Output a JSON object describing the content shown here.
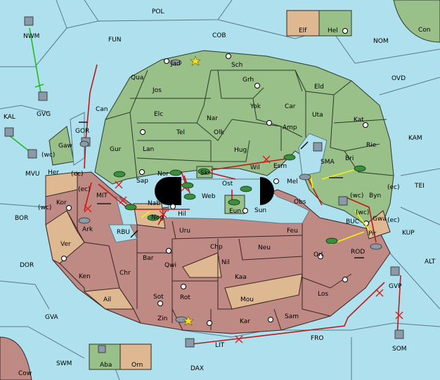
{
  "labels": {
    "POL": "POL",
    "COB": "COB",
    "FUN": "FUN",
    "NWM": "NWM",
    "GVG": "GVG",
    "KAL": "KAL",
    "MVU": "MVU",
    "Jad": "Jad",
    "Sch": "Sch",
    "Qua": "Qua",
    "Grh": "Grh",
    "Jos": "Jos",
    "Can": "Can",
    "Eld": "Eld",
    "Yok": "Yok",
    "Car": "Car",
    "Elc": "Elc",
    "Nar": "Nar",
    "Uta": "Uta",
    "Kat": "Kat",
    "Tel": "Tel",
    "Olk": "Olk",
    "Amp": "Amp",
    "Gaw": "Gaw",
    "GOR": "GOR",
    "Gur": "Gur",
    "Hug": "Hug",
    "Rie": "Rie",
    "Lan": "Lan",
    "Esm": "Esm",
    "Bri": "Bri",
    "Wil": "Wil",
    "SMA": "SMA",
    "Nor": "Nor",
    "Skr": "Skr",
    "Her": "Her",
    "Sap": "Sap",
    "Web": "Web",
    "Ost": "Ost",
    "Mel": "Mel",
    "Byn": "Byn",
    "MIT": "MIT",
    "Kor": "Kor",
    "Nab": "Nab",
    "Eun": "Eun",
    "Obs": "Obs",
    "Hil": "Hil",
    "Sun": "Sun",
    "BUC": "BUC",
    "Gwa": "Gwa",
    "KUP": "KUP",
    "BOR": "BOR",
    "Ark": "Ark",
    "Nog": "Nog",
    "RBU": "RBU",
    "Uru": "Uru",
    "Feu": "Feu",
    "Pir": "Pir",
    "Ver": "Ver",
    "Chp": "Chp",
    "Neu": "Neu",
    "Orl": "Orl",
    "ROD": "ROD",
    "DOR": "DOR",
    "Bar": "Bar",
    "Qwi": "Qwi",
    "Nil": "Nil",
    "Ken": "Ken",
    "Chr": "Chr",
    "Kaa": "Kaa",
    "ALT": "ALT",
    "GVP": "GVP",
    "Ail": "Ail",
    "Sot": "Sot",
    "Rot": "Rot",
    "Mou": "Mou",
    "Los": "Los",
    "GVA": "GVA",
    "Sam": "Sam",
    "Zin": "Zin",
    "Kar": "Kar",
    "FRO": "FRO",
    "LIT": "LIT",
    "SOM": "SOM",
    "SWM": "SWM",
    "DAX": "DAX",
    "Cow": "Cow",
    "Aba": "Aba",
    "Orn": "Orn",
    "Elf": "Elf",
    "Hel": "Hel",
    "Con": "Con",
    "NOM": "NOM",
    "OVD": "OVD",
    "KAM": "KAM",
    "TEI": "TEI",
    "wc1": "(wc)",
    "wc2": "(wc)",
    "wc3": "(wc)",
    "wc4": "(wc)",
    "ec1": "(ec)",
    "ec2": "(ec)",
    "ec3": "(ec)",
    "ec4": "(ec)"
  },
  "colors": {
    "green": "#9ac08a",
    "red": "#c08a84",
    "tan": "#deb890",
    "sea": "#aee0ee",
    "order": "#c01818",
    "support": "#f4f20a",
    "convoy": "#22bb22"
  }
}
